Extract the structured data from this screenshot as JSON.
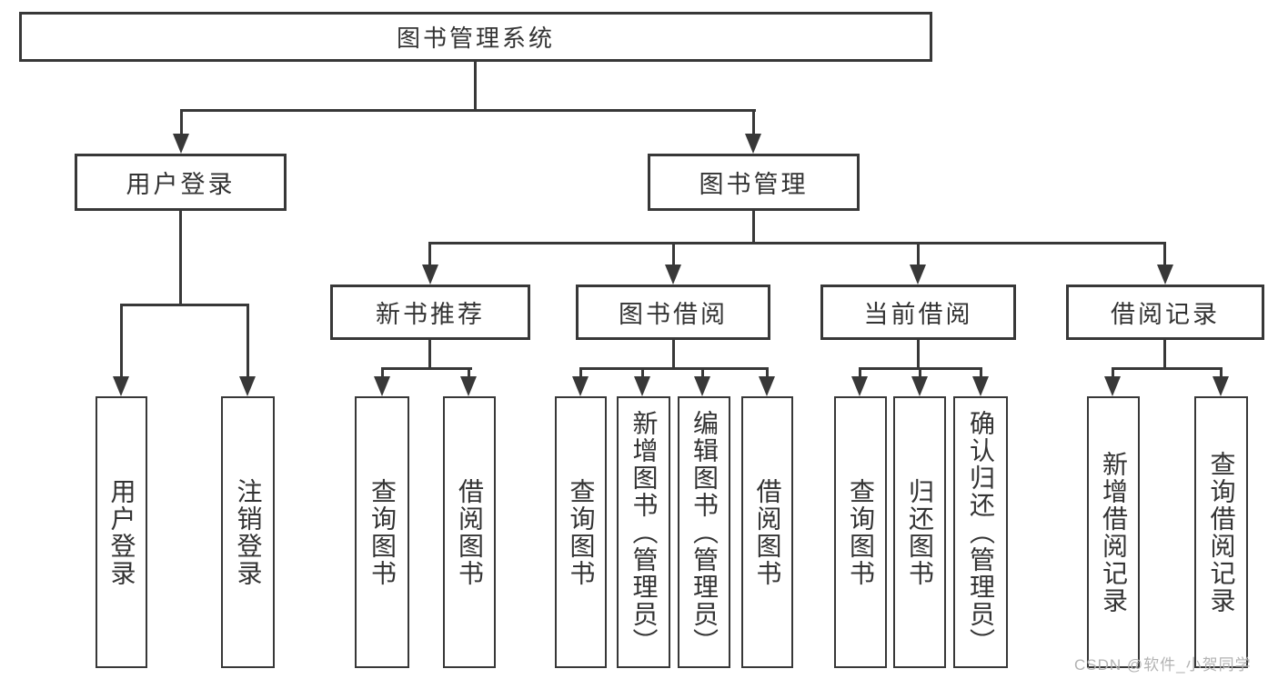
{
  "diagram_title": "图书管理系统",
  "tree": {
    "label": "图书管理系统",
    "children": [
      {
        "label": "用户登录",
        "children": [
          {
            "label": "用户登录"
          },
          {
            "label": "注销登录"
          }
        ]
      },
      {
        "label": "图书管理",
        "children": [
          {
            "label": "新书推荐",
            "children": [
              {
                "label": "查询图书"
              },
              {
                "label": "借阅图书"
              }
            ]
          },
          {
            "label": "图书借阅",
            "children": [
              {
                "label": "查询图书"
              },
              {
                "label": "新增图书（管理员）"
              },
              {
                "label": "编辑图书（管理员）"
              },
              {
                "label": "借阅图书"
              }
            ]
          },
          {
            "label": "当前借阅",
            "children": [
              {
                "label": "查询图书"
              },
              {
                "label": "归还图书"
              },
              {
                "label": "确认归还（管理员）"
              }
            ]
          },
          {
            "label": "借阅记录",
            "children": [
              {
                "label": "新增借阅记录"
              },
              {
                "label": "查询借阅记录"
              }
            ]
          }
        ]
      }
    ]
  },
  "watermark": {
    "text": "CSDN @软件_小贺同学"
  },
  "colors": {
    "line": "#383838",
    "text": "#333333",
    "watermark": "#b3b3b3",
    "background": "#ffffff"
  }
}
